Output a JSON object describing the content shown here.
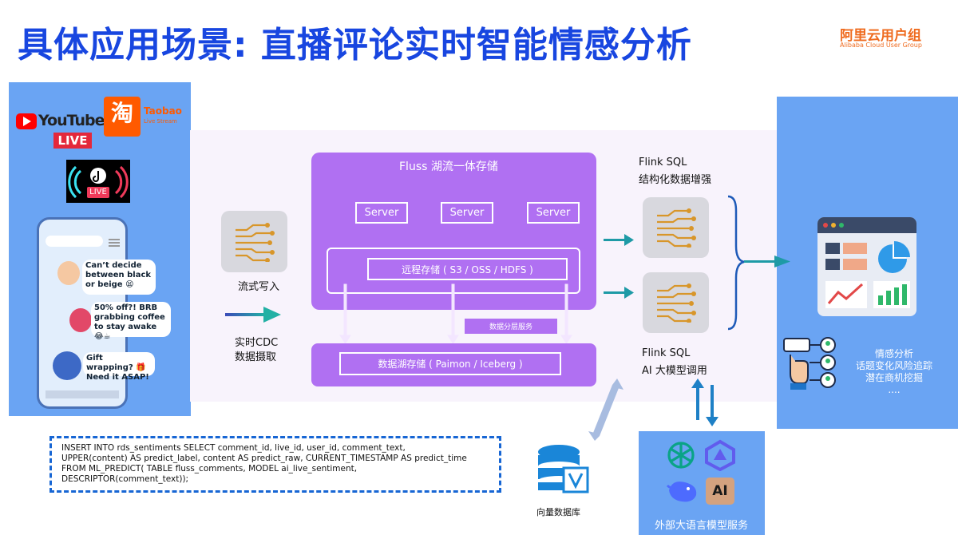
{
  "title": "具体应用场景: 直播评论实时智能情感分析",
  "brand": {
    "name": "阿里云用户组",
    "sub": "Alibaba Cloud User Group"
  },
  "platforms": {
    "youtube": "YouTube",
    "live": "LIVE",
    "taobao": "Taobao",
    "taobao_sub": "Live Stream",
    "taobao_icon": "淘",
    "tiktok_live": "LIVE"
  },
  "phone": {
    "comments": [
      {
        "text": "Can’t decide between black or beige 😫"
      },
      {
        "text": "50% off?! BRB grabbing coffee to stay awake 😂☕"
      },
      {
        "text": "Gift wrapping? 🎁 Need it ASAP!"
      }
    ]
  },
  "left_flow": {
    "stream_write": "流式写入",
    "cdc_line1": "实时CDC",
    "cdc_line2": "数据摄取"
  },
  "fluss": {
    "title": "Fluss 湖流一体存储",
    "servers": [
      "Server",
      "Server",
      "Server"
    ],
    "remote": "远程存储 ( S3 / OSS / HDFS )",
    "tier": "数据分层服务",
    "lake": "数据湖存储 ( Paimon / Iceberg )"
  },
  "flink1": {
    "line1": "Flink SQL",
    "line2": "结构化数据增强"
  },
  "flink2": {
    "line1": "Flink SQL",
    "line2": "AI 大模型调用"
  },
  "vector_db": "向量数据库",
  "llm_service": "外部大语言模型服务",
  "llm_badge": "AI",
  "outputs": [
    "情感分析",
    "话题变化风险追踪",
    "潜在商机挖掘",
    "...."
  ],
  "code": [
    "INSERT INTO rds_sentiments SELECT comment_id, live_id, user_id, comment_text,",
    "UPPER(content) AS predict_label, content AS predict_raw, CURRENT_TIMESTAMP AS predict_time",
    "FROM ML_PREDICT( TABLE fluss_comments,   MODEL ai_live_sentiment,",
    "DESCRIPTOR(comment_text));"
  ],
  "colors": {
    "title": "#1846e0",
    "accent": "#ef6b1f",
    "panel": "#6aa4f3",
    "fluss": "#b070f2",
    "arrow": "#1e9aa6"
  },
  "icons": [
    "youtube-logo-icon",
    "taobao-live-icon",
    "tiktok-live-icon",
    "phone-icon",
    "stream-gear-icon",
    "dashboard-icon",
    "user-network-icon",
    "database-icon",
    "openai-icon",
    "qwen-icon",
    "deepseek-icon",
    "anthropic-icon"
  ]
}
